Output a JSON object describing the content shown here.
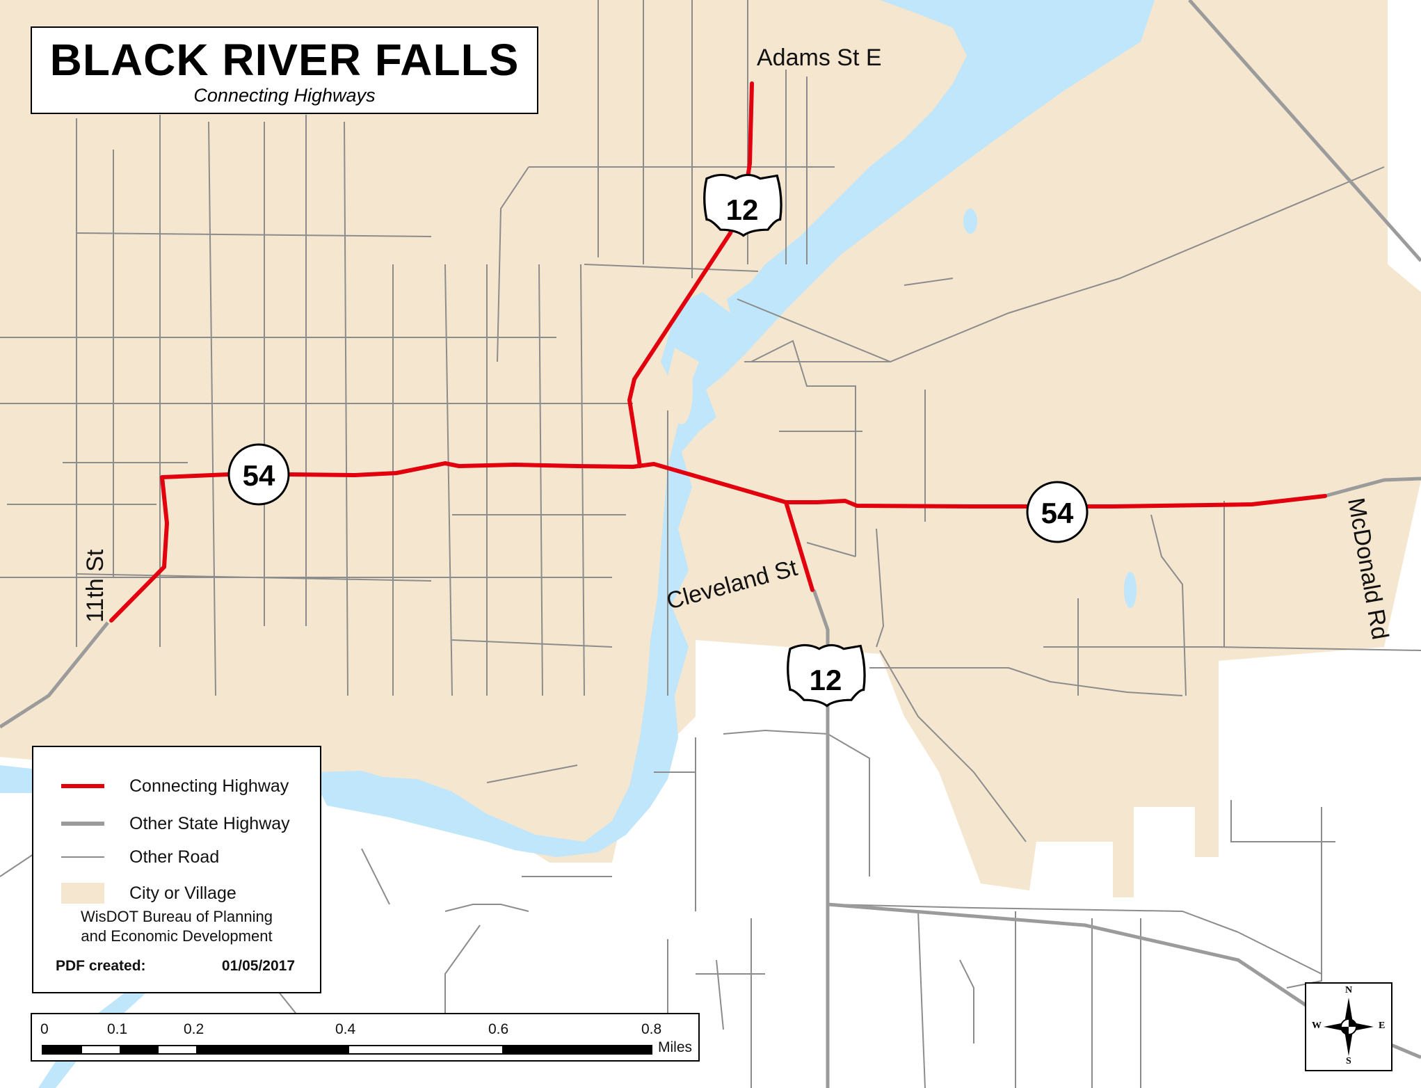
{
  "title": {
    "main": "BLACK RIVER FALLS",
    "subtitle": "Connecting Highways"
  },
  "map_labels": {
    "adams_st": "Adams St E",
    "cleveland_st": "Cleveland St",
    "eleventh_st": "11th St",
    "mcdonald_rd": "McDonald Rd"
  },
  "shields": {
    "us12_north": "12",
    "us12_south": "12",
    "wi54_west": "54",
    "wi54_east": "54"
  },
  "legend": {
    "items": [
      {
        "label": "Connecting Highway",
        "symbol": "red-line"
      },
      {
        "label": "Other State Highway",
        "symbol": "gray-line"
      },
      {
        "label": "Other Road",
        "symbol": "thin-line"
      },
      {
        "label": "City or Village",
        "symbol": "tan-fill"
      }
    ],
    "agency_line1": "WisDOT Bureau of Planning",
    "agency_line2": "and Economic Development",
    "pdf_label": "PDF created:",
    "pdf_date": "01/05/2017"
  },
  "scale_bar": {
    "ticks": [
      "0",
      "0.1",
      "0.2",
      "0.4",
      "0.6",
      "0.8"
    ],
    "units": "Miles"
  },
  "compass": {
    "n": "N",
    "s": "S",
    "e": "E",
    "w": "W"
  },
  "colors": {
    "connecting_highway": "#e3000e",
    "state_highway": "#9b9b9b",
    "road": "#8c8c8c",
    "city": "#f5e6cf",
    "water": "#bfe6fb"
  }
}
